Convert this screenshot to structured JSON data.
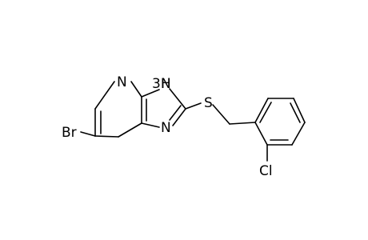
{
  "molecule": {
    "atoms": {
      "br": "Br",
      "n_pyridine": "N",
      "nh_label": "3H",
      "nh_n": "N",
      "n_imidazole": "N",
      "s": "S",
      "cl": "Cl"
    }
  }
}
